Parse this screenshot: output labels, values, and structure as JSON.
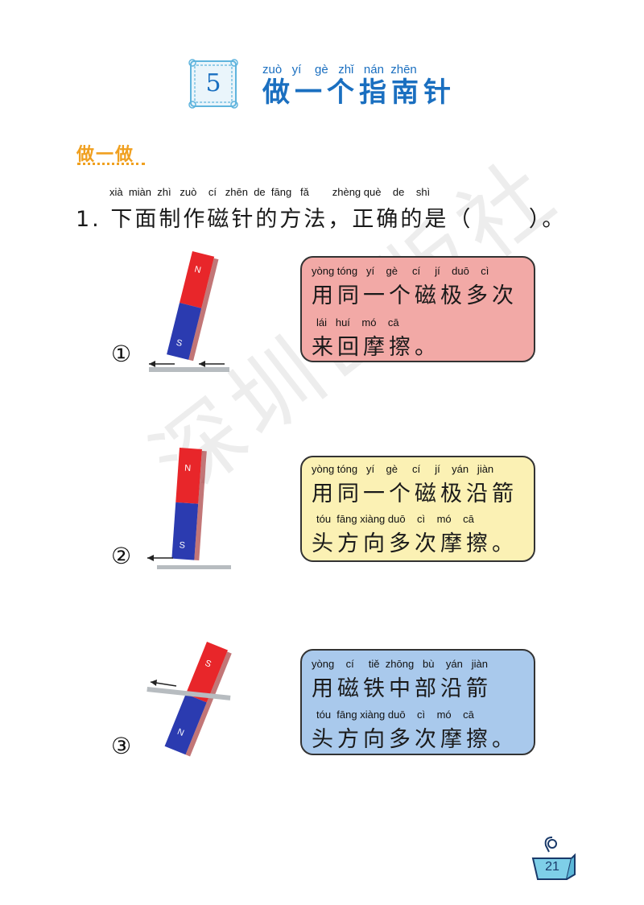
{
  "header": {
    "lesson_number": "5",
    "title_pinyin": "zuò   yí    gè   zhǐ   nán  zhēn",
    "title": "做一个指南针"
  },
  "section_label": "做一做",
  "question": {
    "pinyin": "xià  miàn  zhì   zuò    cí   zhēn  de  fāng   fǎ        zhèng què    de    shì",
    "text": "1. 下面制作磁针的方法，正确的是（      ）。"
  },
  "options": [
    {
      "marker": "①",
      "line1_pinyin": "yòng tóng   yí    gè     cí     jí    duō    cì",
      "line1": "用同一个磁极多次",
      "line2_pinyin": "lái   huí    mó    cā",
      "line2": "来回摩擦。",
      "bg_color": "#f2a9a6"
    },
    {
      "marker": "②",
      "line1_pinyin": "yòng tóng   yí    gè     cí     jí    yán   jiàn",
      "line1": "用同一个磁极沿箭",
      "line2_pinyin": "tóu  fāng xiàng duō    cì    mó    cā",
      "line2": "头方向多次摩擦。",
      "bg_color": "#fbf1b4"
    },
    {
      "marker": "③",
      "line1_pinyin": "yòng    cí     tiě  zhōng   bù    yán   jiàn",
      "line1": "用磁铁中部沿箭",
      "line2_pinyin": "tóu  fāng xiàng duō    cì    mó    cā",
      "line2": "头方向多次摩擦。",
      "bg_color": "#a9c9ec"
    }
  ],
  "magnet_labels": {
    "north": "N",
    "south": "S"
  },
  "watermark": "深圳出版社",
  "page_number": "21",
  "colors": {
    "title_blue": "#1a6fc0",
    "section_orange": "#f0a020",
    "magnet_red": "#e8262a",
    "magnet_blue": "#2b3bb0"
  }
}
